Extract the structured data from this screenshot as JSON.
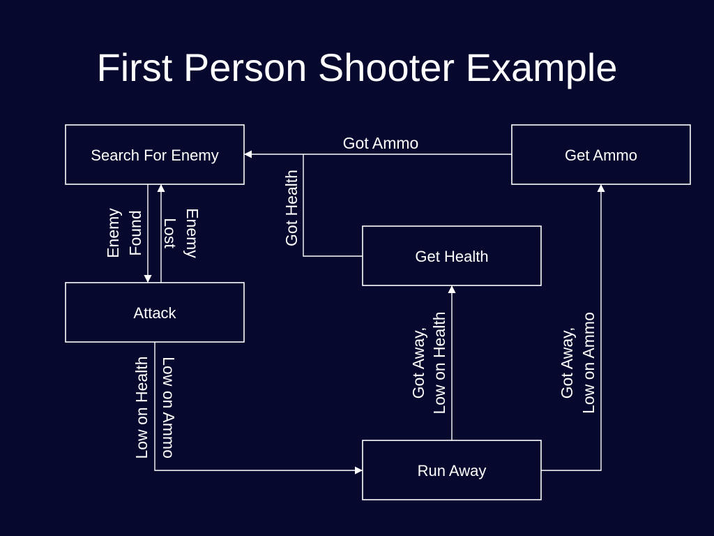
{
  "title": "First Person Shooter Example",
  "colors": {
    "background": "#06082e",
    "foreground": "#ffffff"
  },
  "states": {
    "search": "Search For Enemy",
    "attack": "Attack",
    "get_ammo": "Get Ammo",
    "get_health": "Get Health",
    "run_away": "Run Away"
  },
  "transitions": {
    "enemy_found": [
      "Enemy",
      "Found"
    ],
    "enemy_lost": [
      "Enemy",
      "Lost"
    ],
    "got_ammo": "Got Ammo",
    "got_health": "Got Health",
    "low_on_health": "Low on Health",
    "low_on_ammo": "Low on Ammo",
    "got_away_low_health": [
      "Got Away,",
      "Low on Health"
    ],
    "got_away_low_ammo": [
      "Got Away,",
      "Low on Ammo"
    ]
  }
}
